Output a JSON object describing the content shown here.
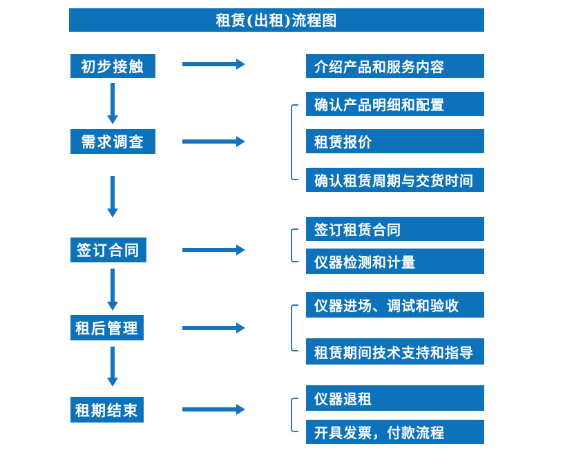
{
  "title": "租赁(出租)流程图",
  "colors": {
    "box": "#0d72ba",
    "arrow": "#1273bf",
    "bracket": "#2e75b6",
    "text": "#ffffff"
  },
  "steps": [
    {
      "label": "初步接触",
      "details": [
        "介绍产品和服务内容"
      ]
    },
    {
      "label": "需求调查",
      "details": [
        "确认产品明细和配置",
        "租赁报价",
        "确认租赁周期与交货时间"
      ]
    },
    {
      "label": "签订合同",
      "details": [
        "签订租赁合同",
        "仪器检测和计量"
      ]
    },
    {
      "label": "租后管理",
      "details": [
        "仪器进场、调试和验收",
        "租赁期间技术支持和指导"
      ]
    },
    {
      "label": "租期结束",
      "details": [
        "仪器退租",
        "开具发票，付款流程"
      ]
    }
  ]
}
